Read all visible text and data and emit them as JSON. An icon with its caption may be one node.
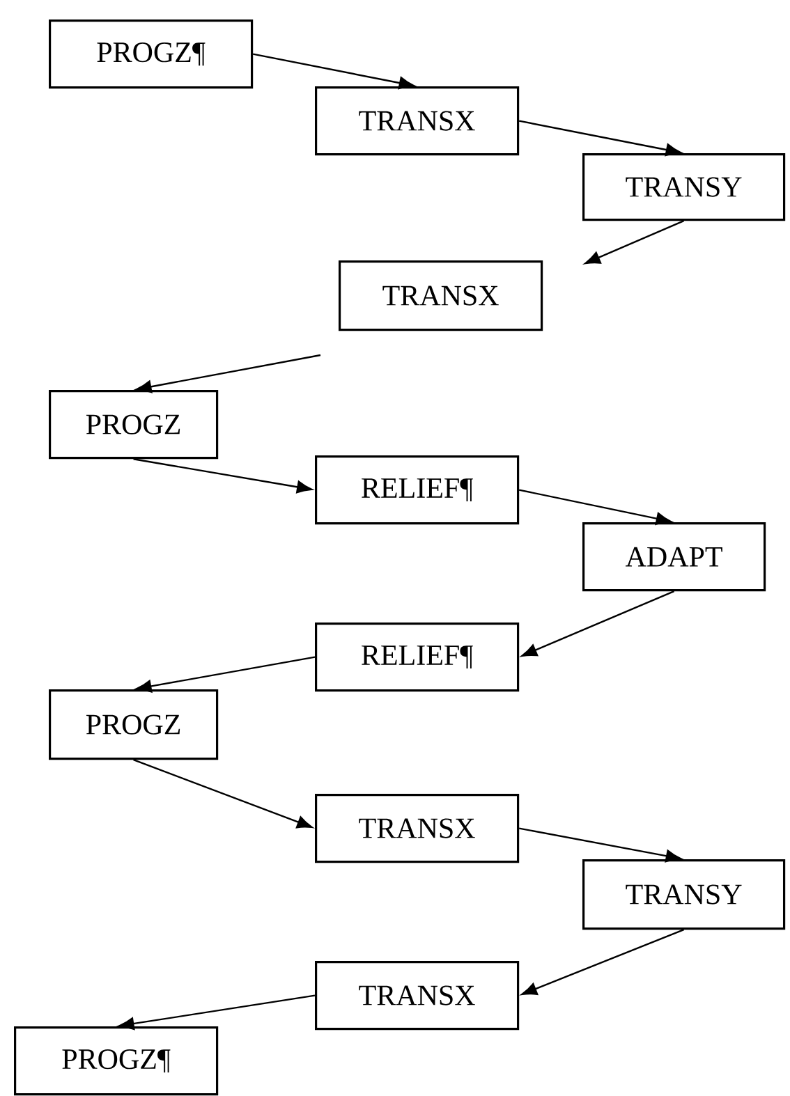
{
  "diagram": {
    "nodes": [
      {
        "text": [
          "PROGZ¶"
        ]
      },
      {
        "text": [
          "TRANSX"
        ]
      },
      {
        "text": [
          "TRANSY"
        ]
      },
      {
        "text": [
          "TRANSX"
        ]
      },
      {
        "text": [
          "PROGZ"
        ]
      },
      {
        "text": [
          "RELIEF¶"
        ]
      },
      {
        "text": [
          "ADAPT"
        ]
      },
      {
        "text": [
          "RELIEF¶"
        ]
      },
      {
        "text": [
          "PROGZ"
        ]
      },
      {
        "text": [
          "TRANSX"
        ]
      },
      {
        "text": [
          "TRANSY"
        ]
      },
      {
        "text": [
          "TRANSX"
        ]
      },
      {
        "text": [
          "PROGZ¶"
        ]
      }
    ],
    "edges": [
      {
        "from": 0,
        "to": 1,
        "arrow": "to"
      },
      {
        "from": 1,
        "to": 2,
        "arrow": "to"
      },
      {
        "from": 2,
        "to": null,
        "arrow": "to"
      },
      {
        "from": null,
        "to": 4,
        "arrow": "to"
      },
      {
        "from": 4,
        "to": 5,
        "arrow": "to"
      },
      {
        "from": 5,
        "to": 6,
        "arrow": "to"
      },
      {
        "from": 6,
        "to": 7,
        "arrow": "to"
      },
      {
        "from": 7,
        "to": 8,
        "arrow": "to"
      },
      {
        "from": 8,
        "to": 9,
        "arrow": "to"
      },
      {
        "from": 9,
        "to": 10,
        "arrow": "to"
      },
      {
        "from": 10,
        "to": 11,
        "arrow": "to"
      },
      {
        "from": 11,
        "to": 12,
        "arrow": "to"
      }
    ]
  }
}
